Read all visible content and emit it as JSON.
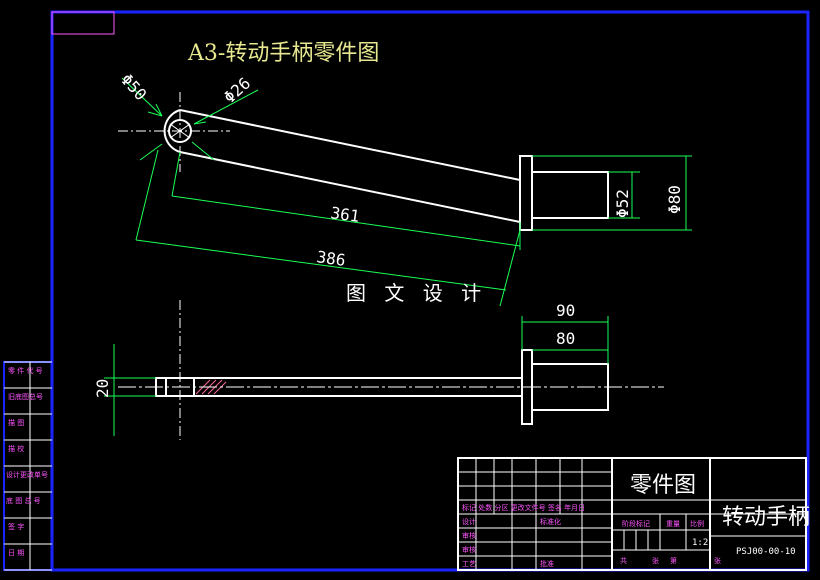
{
  "drawing": {
    "title": "A3-转动手柄零件图",
    "watermark": "图 文 设 计",
    "colors": {
      "frame": "#1a24ff",
      "part": "#ffffff",
      "dimension": "#19ff55",
      "center_line": "#ffffff",
      "title_text": "#e8e890",
      "table_text": "#ff55ff",
      "hatch": "#ff6699"
    },
    "dimensions": {
      "dia_outer_eye": "Φ50",
      "dia_inner_eye": "Φ26",
      "len_inner": "361",
      "len_outer": "386",
      "dia_hub_small": "Φ52",
      "dia_hub_large": "Φ80",
      "width_90": "90",
      "width_80": "80",
      "thickness": "20"
    },
    "side_table": {
      "rows": [
        "零 件 代 号",
        "旧底图总号",
        "描 图",
        "描 校",
        "设计更改单号",
        "底 图 总 号",
        "签 字",
        "日 期"
      ]
    },
    "title_block": {
      "part_drawing_label": "零件图",
      "part_name": "转动手柄",
      "drawing_number": "PSJ00-00-10",
      "header_row": "标记 处数 分区 更改文件号 签名 年月日",
      "row_design": "设计",
      "row_standard": "标准化",
      "row_review": "审核",
      "row_check": "审核",
      "row_process": "工艺",
      "row_approve": "批准",
      "stage_label": "阶段标记",
      "weight_label": "重量",
      "scale_label": "比例",
      "scale_value": "1:2",
      "total_label": "共",
      "sheet_label": "张",
      "page_label": "第",
      "page_label2": "张"
    }
  }
}
